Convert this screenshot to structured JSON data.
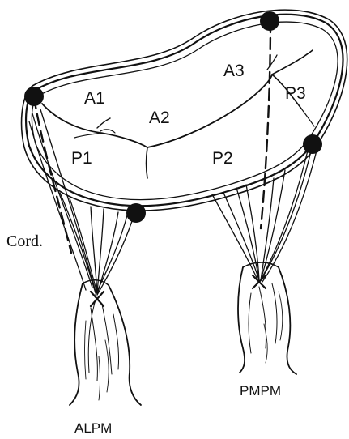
{
  "labels": {
    "A1": "A1",
    "A2": "A2",
    "A3": "A3",
    "P1": "P1",
    "P2": "P2",
    "P3": "P3",
    "cord": "Cord.",
    "alpm": "ALPM",
    "pmpm": "PMPM"
  },
  "colors": {
    "ink": "#111111",
    "background": "#ffffff"
  }
}
